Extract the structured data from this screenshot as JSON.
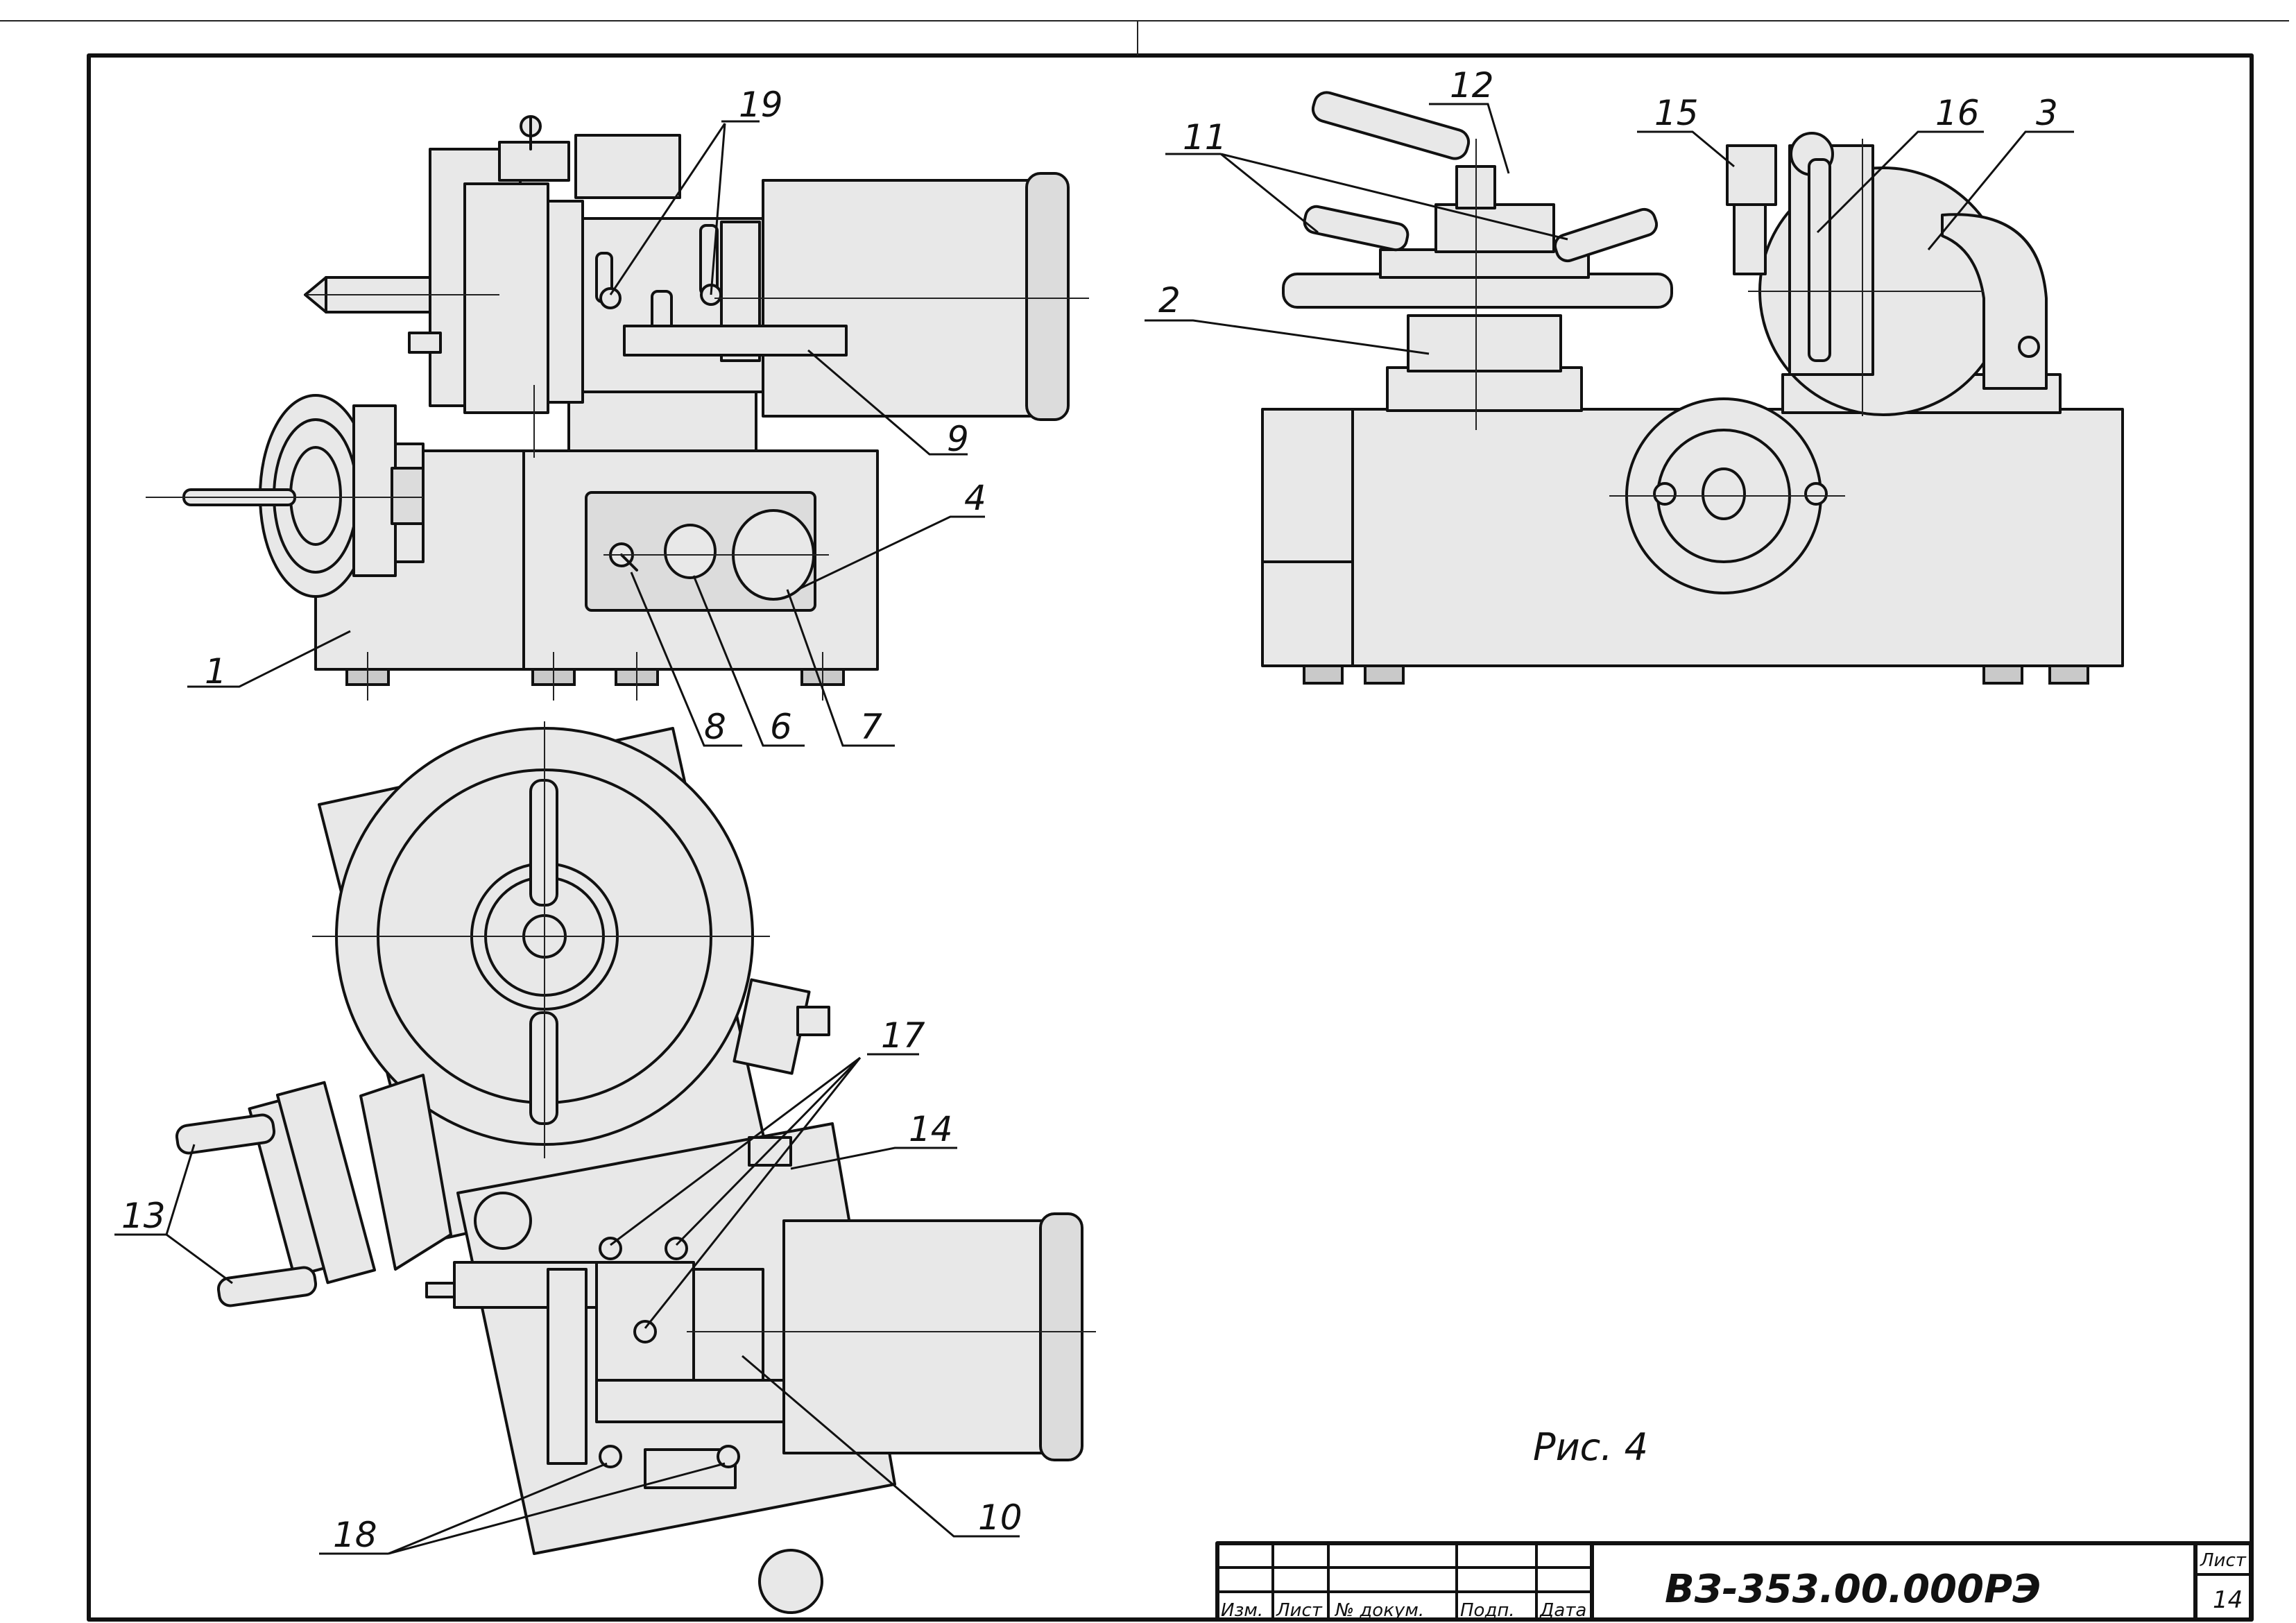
{
  "drawing": {
    "figure_caption": "Рис. 4",
    "document_code": "ВЗ-353.00.000РЭ"
  },
  "callouts": {
    "c1": "1",
    "c2": "2",
    "c3": "3",
    "c4": "4",
    "c6": "6",
    "c7": "7",
    "c8": "8",
    "c9": "9",
    "c10": "10",
    "c11": "11",
    "c12": "12",
    "c13": "13",
    "c14": "14",
    "c15": "15",
    "c16": "16",
    "c17": "17",
    "c18": "18",
    "c19": "19"
  },
  "title_block": {
    "col_izm": "Изм.",
    "col_list": "Лист",
    "col_doc": "№ докум.",
    "col_sign": "Подп.",
    "col_date": "Дата",
    "sheet_label": "Лист",
    "sheet_number": "14"
  }
}
